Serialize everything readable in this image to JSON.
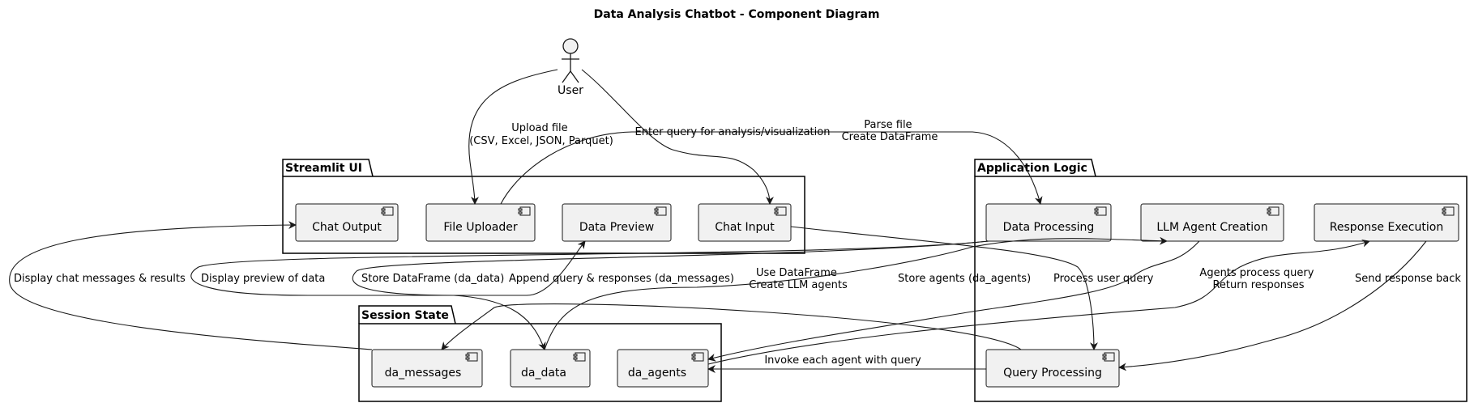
{
  "title": "Data Analysis Chatbot - Component Diagram",
  "actor": {
    "label": "User"
  },
  "packages": {
    "streamlit_ui": {
      "title": "Streamlit UI",
      "components": {
        "chat_output": "Chat Output",
        "file_uploader": "File Uploader",
        "data_preview": "Data Preview",
        "chat_input": "Chat Input"
      }
    },
    "application_logic": {
      "title": "Application Logic",
      "components": {
        "data_processing": "Data Processing",
        "llm_agent_creation": "LLM Agent Creation",
        "response_execution": "Response Execution",
        "query_processing": "Query Processing"
      }
    },
    "session_state": {
      "title": "Session State",
      "components": {
        "da_messages": "da_messages",
        "da_data": "da_data",
        "da_agents": "da_agents"
      }
    }
  },
  "edges": {
    "upload_file": [
      "Upload file",
      "(CSV, Excel, JSON, Parquet)"
    ],
    "enter_query": [
      "Enter query for analysis/visualization"
    ],
    "parse_file": [
      "Parse file",
      "Create DataFrame"
    ],
    "display_chat": [
      "Display chat messages & results"
    ],
    "display_preview": [
      "Display preview of data"
    ],
    "store_dataframe": [
      "Store DataFrame (da_data)"
    ],
    "append_query": [
      "Append query & responses (da_messages)"
    ],
    "use_dataframe": [
      "Use DataFrame",
      "Create LLM agents"
    ],
    "store_agents": [
      "Store agents (da_agents)"
    ],
    "process_user_query": [
      "Process user query"
    ],
    "agents_process": [
      "Agents process query",
      "Return responses"
    ],
    "send_response": [
      "Send response back"
    ],
    "invoke_agent": [
      "Invoke each agent with query"
    ]
  }
}
